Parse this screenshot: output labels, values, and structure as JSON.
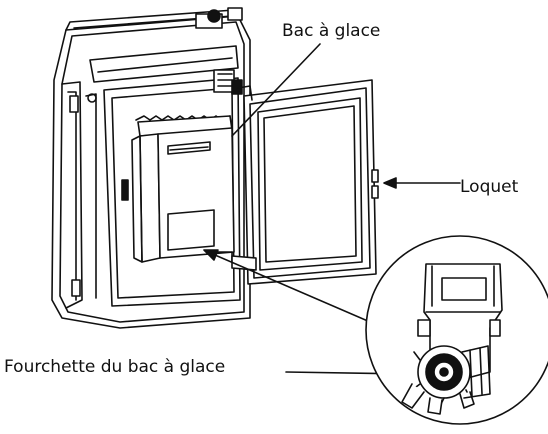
{
  "labels": {
    "ice_bin": "Bac à glace",
    "latch": "Loquet",
    "ice_bin_fork": "Fourchette du bac à glace"
  },
  "colors": {
    "line": "#111111",
    "background": "#ffffff",
    "shade": "#d9d9d9"
  }
}
